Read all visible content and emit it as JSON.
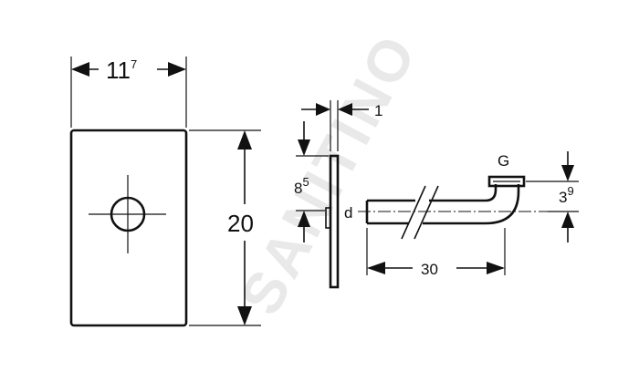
{
  "watermark": "SANITINO",
  "dimensions": {
    "plate_width": {
      "base": "11",
      "sup": "7"
    },
    "plate_height": "20",
    "plate_thickness": "1",
    "outlet_height": {
      "base": "8",
      "sup": "5"
    },
    "outlet_diameter_label": "d",
    "connector_label": "G",
    "connector_offset": {
      "base": "3",
      "sup": "9"
    },
    "pipe_length": "30"
  },
  "colors": {
    "line": "#111111",
    "background": "#ffffff",
    "watermark": "#e9e9e9"
  }
}
